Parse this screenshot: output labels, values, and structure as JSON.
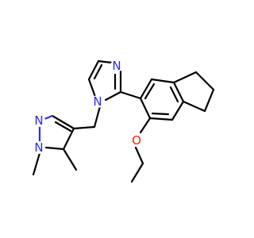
{
  "colors": {
    "carbon": "#000000",
    "nitrogen": "#2a2aff",
    "oxygen": "#ff2200",
    "background": "#ffffff"
  },
  "atom_labels": {
    "n_pyrazole_1": "N",
    "n_pyrazole_2": "N",
    "n_imidazole_3": "N",
    "n_imidazole_1": "N",
    "o_ether": "O"
  }
}
